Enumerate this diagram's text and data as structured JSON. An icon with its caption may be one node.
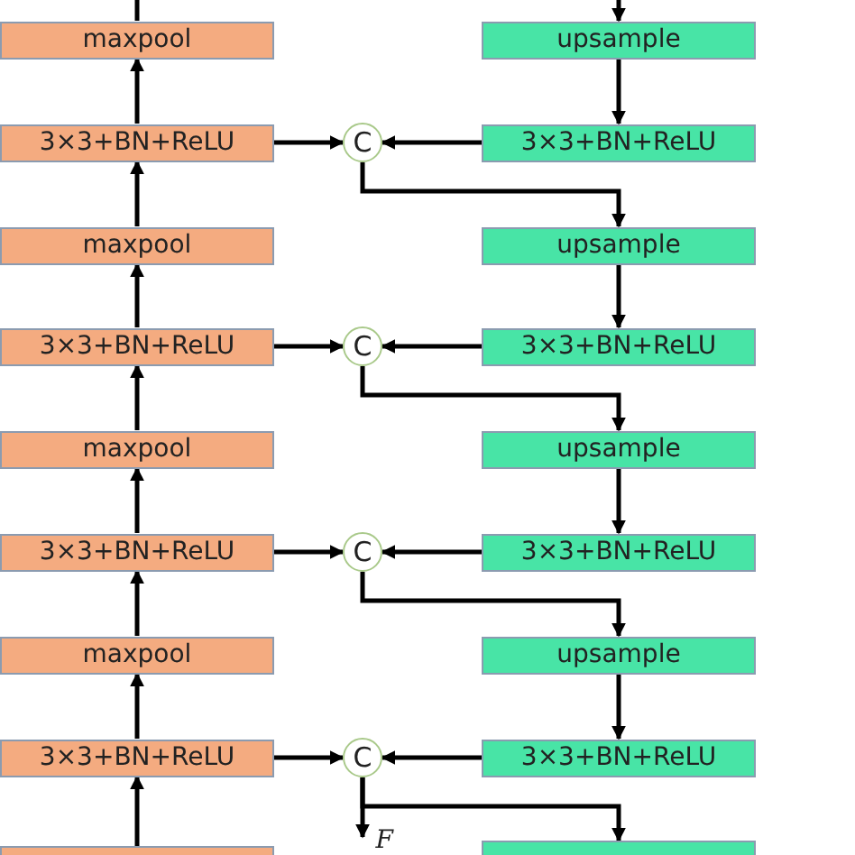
{
  "diagram": {
    "nodes": [
      {
        "text": [
          "maxpool"
        ]
      },
      {
        "text": [
          "upsample"
        ]
      },
      {
        "text": [
          "3×3+BN+ReLU"
        ]
      },
      {
        "text": [
          "C"
        ]
      },
      {
        "text": [
          "3×3+BN+ReLU"
        ]
      },
      {
        "text": [
          "maxpool"
        ]
      },
      {
        "text": [
          "upsample"
        ]
      },
      {
        "text": [
          "3×3+BN+ReLU"
        ]
      },
      {
        "text": [
          "C"
        ]
      },
      {
        "text": [
          "3×3+BN+ReLU"
        ]
      },
      {
        "text": [
          "maxpool"
        ]
      },
      {
        "text": [
          "upsample"
        ]
      },
      {
        "text": [
          "3×3+BN+ReLU"
        ]
      },
      {
        "text": [
          "C"
        ]
      },
      {
        "text": [
          "3×3+BN+ReLU"
        ]
      },
      {
        "text": [
          "maxpool"
        ]
      },
      {
        "text": [
          "upsample"
        ]
      },
      {
        "text": [
          "3×3+BN+ReLU"
        ]
      },
      {
        "text": [
          "C"
        ]
      },
      {
        "text": [
          "3×3+BN+ReLU"
        ]
      },
      {
        "text": [],
        "shape": "box"
      },
      {
        "text": [],
        "shape": "box"
      },
      {
        "text": [
          "F"
        ]
      }
    ],
    "edges": [
      {
        "from": 0,
        "to": null,
        "arrow": "none"
      },
      {
        "from": null,
        "to": 1,
        "arrow": "to"
      },
      {
        "from": 2,
        "to": 0,
        "arrow": "to"
      },
      {
        "from": 2,
        "to": 3,
        "arrow": "to"
      },
      {
        "from": 4,
        "to": 3,
        "arrow": "to"
      },
      {
        "from": 1,
        "to": 4,
        "arrow": "to"
      },
      {
        "from": 3,
        "to": 6,
        "arrow": "to"
      },
      {
        "from": 5,
        "to": 2,
        "arrow": "to"
      },
      {
        "from": 7,
        "to": 5,
        "arrow": "to"
      },
      {
        "from": 7,
        "to": 8,
        "arrow": "to"
      },
      {
        "from": 9,
        "to": 8,
        "arrow": "to"
      },
      {
        "from": 6,
        "to": 9,
        "arrow": "to"
      },
      {
        "from": 8,
        "to": 11,
        "arrow": "to"
      },
      {
        "from": 10,
        "to": 7,
        "arrow": "to"
      },
      {
        "from": 12,
        "to": 10,
        "arrow": "to"
      },
      {
        "from": 12,
        "to": 13,
        "arrow": "to"
      },
      {
        "from": 14,
        "to": 13,
        "arrow": "to"
      },
      {
        "from": 11,
        "to": 14,
        "arrow": "to"
      },
      {
        "from": 13,
        "to": 16,
        "arrow": "to"
      },
      {
        "from": 15,
        "to": 12,
        "arrow": "to"
      },
      {
        "from": 17,
        "to": 15,
        "arrow": "to"
      },
      {
        "from": 17,
        "to": 18,
        "arrow": "to"
      },
      {
        "from": 19,
        "to": 18,
        "arrow": "to"
      },
      {
        "from": 16,
        "to": 19,
        "arrow": "to"
      },
      {
        "from": 18,
        "to": 21,
        "arrow": "to"
      },
      {
        "from": 18,
        "to": 22,
        "arrow": "to"
      },
      {
        "from": 20,
        "to": 17,
        "arrow": "to"
      }
    ]
  }
}
